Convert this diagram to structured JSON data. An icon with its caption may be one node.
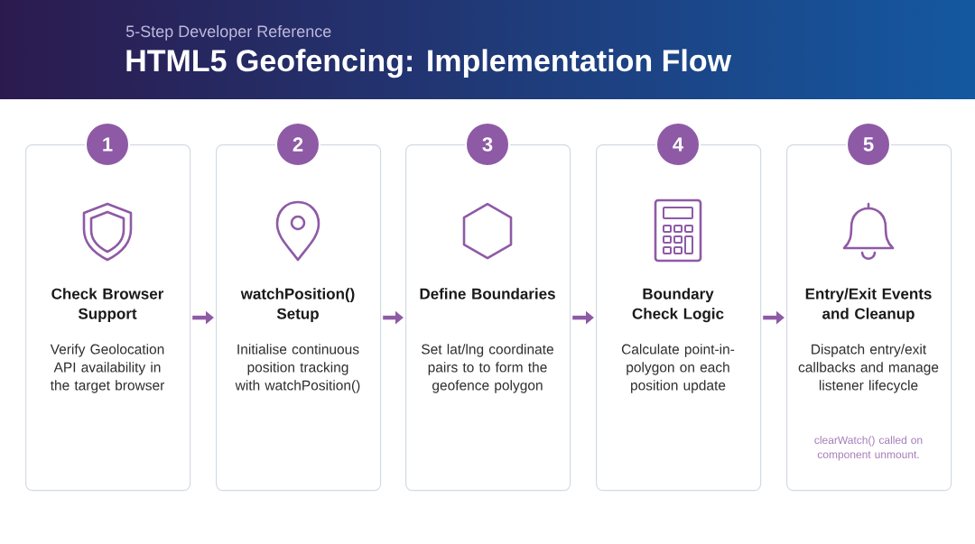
{
  "diagram": {
    "title": "HTML5 Geofencing: Implementation Flow",
    "nodes": [
      {
        "text": [
          "1",
          "Check Browser Support",
          "Verify Geolocation API availability in the target browser"
        ]
      },
      {
        "text": [
          "2",
          "watchPosition() Setup",
          "Initialise continuous position tracking with watchPosition()"
        ]
      },
      {
        "text": [
          "3",
          "Define Boundaries",
          "Set lat/lng coordinate pairs to to form the geofence polygon"
        ]
      },
      {
        "text": [
          "4",
          "Boundary Check Logic",
          "Calculate point-in-polygon on each position update"
        ]
      },
      {
        "text": [
          "5",
          "Entry/Exit Events and Cleanup",
          "Dispatch entry/exit callbacks and manage listener lifecycle",
          "clearWatch() called on component unmount."
        ]
      }
    ],
    "edges": [
      {
        "from": 0,
        "to": 1,
        "arrow": "to"
      },
      {
        "from": 1,
        "to": 2,
        "arrow": "to"
      },
      {
        "from": 2,
        "to": 3,
        "arrow": "to"
      },
      {
        "from": 3,
        "to": 4,
        "arrow": "to"
      }
    ],
    "labels": [
      "5-Step Developer Reference"
    ]
  }
}
